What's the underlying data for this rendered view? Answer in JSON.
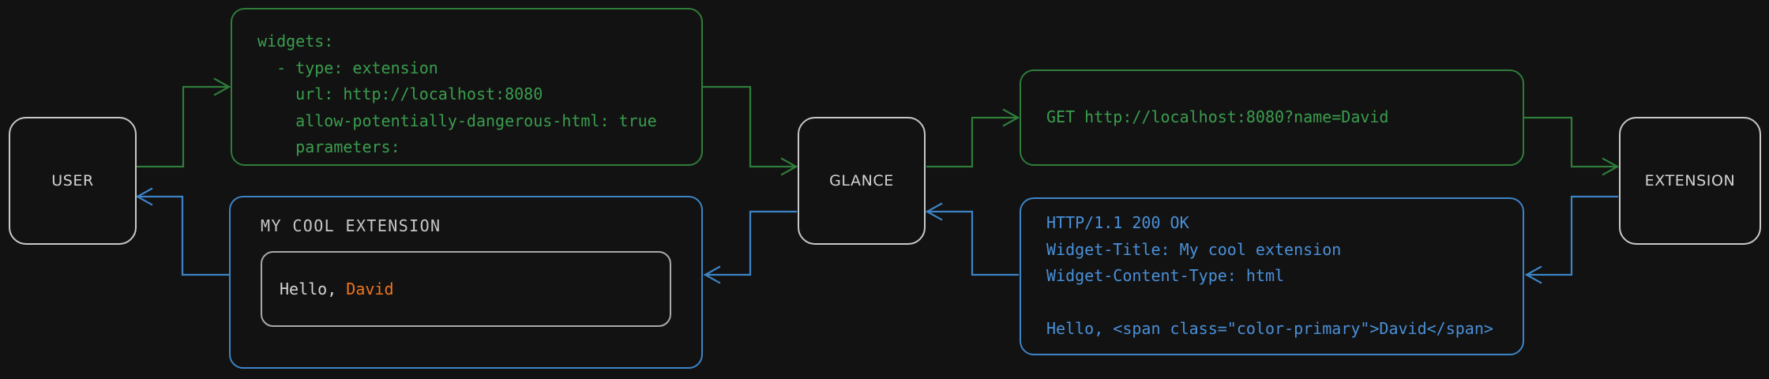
{
  "diagram": {
    "type": "flow-sequence",
    "background_color": "#121212",
    "request_color": "#3a9d4e",
    "response_color": "#4a90d9",
    "node_color": "#c8c8c8",
    "accent_color": "#f0761e"
  },
  "nodes": {
    "user": "USER",
    "glance": "GLANCE",
    "extension": "EXTENSION"
  },
  "messages": {
    "config": {
      "label": "widgets-yaml-config",
      "text": "widgets:\n  - type: extension\n    url: http://localhost:8080\n    allow-potentially-dangerous-html: true\n    parameters:\n      name: David"
    },
    "get_request": {
      "label": "http-get-request",
      "text": "GET http://localhost:8080?name=David"
    },
    "http_response": {
      "label": "http-response",
      "text": "HTTP/1.1 200 OK\nWidget-Title: My cool extension\nWidget-Content-Type: html\n\nHello, <span class=\"color-primary\">David</span>"
    },
    "rendered_widget": {
      "label": "rendered-widget",
      "title": "MY COOL EXTENSION",
      "greeting_prefix": "Hello, ",
      "greeting_name": "David"
    }
  },
  "edges": [
    {
      "name": "user-to-glance-config",
      "direction": "request",
      "color": "#2f7d3a"
    },
    {
      "name": "glance-to-extension-request",
      "direction": "request",
      "color": "#2f7d3a"
    },
    {
      "name": "extension-to-glance-response",
      "direction": "response",
      "color": "#3d84c6"
    },
    {
      "name": "glance-to-user-widget",
      "direction": "response",
      "color": "#3d84c6"
    }
  ]
}
